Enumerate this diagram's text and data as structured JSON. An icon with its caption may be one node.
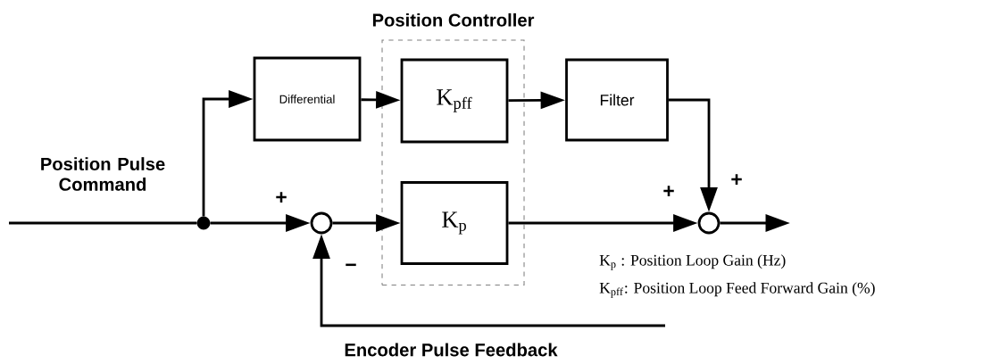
{
  "diagram": {
    "nodes": [
      {
        "text": [
          "Position Controller"
        ]
      },
      {
        "text": [
          "Differential"
        ]
      },
      {
        "text": [
          "K$_{pff}$"
        ],
        "in": 0
      },
      {
        "text": [
          "Filter"
        ]
      },
      {
        "text": [
          "K$_{p}$"
        ],
        "in": 0
      },
      {
        "text": [],
        "shape": "circle"
      },
      {
        "text": [],
        "shape": "circle"
      },
      {
        "text": [],
        "shape": "circle"
      }
    ],
    "edges": [
      {
        "from": null,
        "to": 5,
        "arrow": "none",
        "label": "Position Pulse Command"
      },
      {
        "from": 5,
        "to": 1,
        "arrow": "to"
      },
      {
        "from": 5,
        "to": 6,
        "arrow": "to"
      },
      {
        "from": 6,
        "to": 4,
        "arrow": "to"
      },
      {
        "from": 1,
        "to": 2,
        "arrow": "to"
      },
      {
        "from": 2,
        "to": 3,
        "arrow": "to"
      },
      {
        "from": 3,
        "to": 7,
        "arrow": "to"
      },
      {
        "from": 4,
        "to": 7,
        "arrow": "to"
      },
      {
        "from": 7,
        "to": null,
        "arrow": "to"
      },
      {
        "from": null,
        "to": 6,
        "arrow": "to",
        "label": "Encoder Pulse Feedback"
      }
    ],
    "labels": [
      "+",
      "−",
      "+",
      "+",
      "K$_{p}$ : Position Loop Gain (Hz)",
      "K$_{pff}$: Position Loop Feed Forward Gain  (%)"
    ]
  }
}
